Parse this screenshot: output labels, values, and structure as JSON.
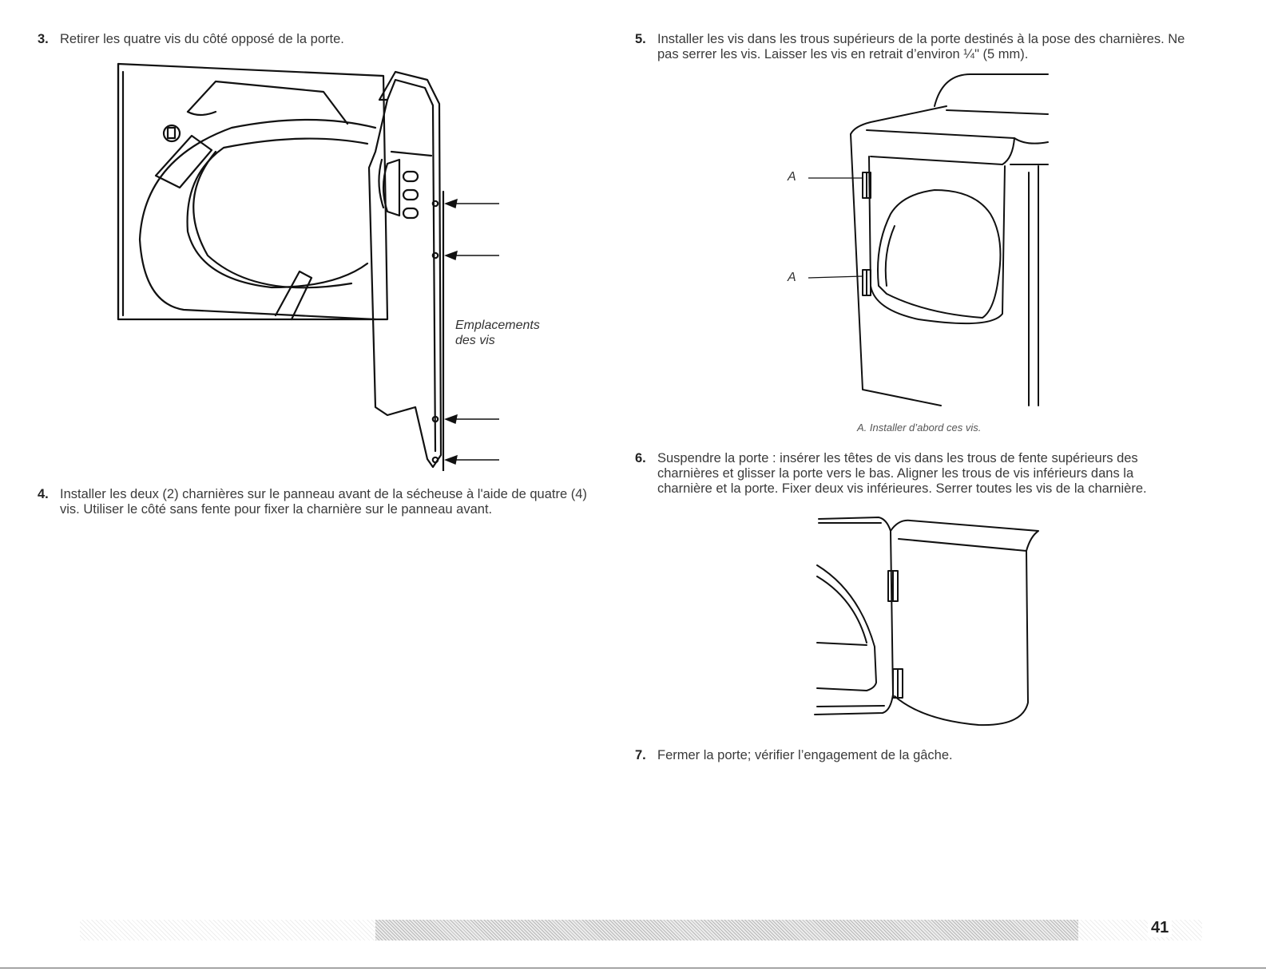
{
  "steps": {
    "s3": {
      "num": "3.",
      "text": "Retirer les quatre vis du côté opposé de la porte."
    },
    "s4": {
      "num": "4.",
      "text": "Installer les deux (2) charnières sur le panneau avant de la sécheuse à l'aide de quatre (4) vis. Utiliser le côté sans fente pour fixer la charnière sur le panneau avant."
    },
    "s5": {
      "num": "5.",
      "text": "Installer les vis dans les trous supérieurs de la porte destinés à la pose des charnières. Ne pas serrer les vis. Laisser les vis en retrait d’environ ¼\" (5 mm)."
    },
    "s6": {
      "num": "6.",
      "text": "Suspendre la porte : insérer les têtes de vis dans les trous de fente supérieurs des charnières et glisser la porte vers le bas. Aligner les trous de vis inférieurs dans la charnière et la porte. Fixer deux vis inférieures. Serrer toutes les vis de la charnière."
    },
    "s7": {
      "num": "7.",
      "text": "Fermer la porte; vérifier l’engagement de la gâche."
    }
  },
  "figures": {
    "fig1": {
      "callout_line1": "Emplacements",
      "callout_line2": "des vis"
    },
    "fig2": {
      "label_a_top": "A",
      "label_a_bottom": "A",
      "caption": "A. Installer d’abord ces vis."
    }
  },
  "footer": {
    "page_number": "41"
  }
}
